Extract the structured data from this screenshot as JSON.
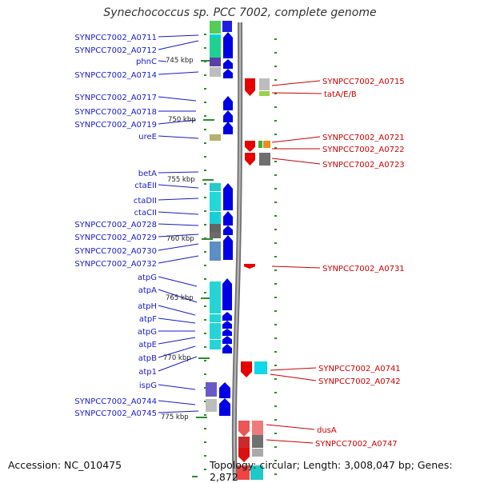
{
  "title": "Synechococcus sp. PCC 7002, complete genome",
  "footer": {
    "accession": "Accession: NC_010475",
    "topology": "Topology: circular; Length: 3,008,047 bp; Genes: 2,872"
  },
  "colors": {
    "left_label": "#1a1acc",
    "right_label": "#cc0000",
    "forward_gene": "#0000e6",
    "reverse_gene": "#e60000",
    "backbone": "#8a8a8a",
    "tick": "#2e8b2e"
  },
  "scale_labels": [
    "745 kbp",
    "750 kbp",
    "755 kbp",
    "760 kbp",
    "765 kbp",
    "770 kbp",
    "775 kbp"
  ],
  "left_genes": [
    "SYNPCC7002_A0711",
    "SYNPCC7002_A0712",
    "phnC",
    "SYNPCC7002_A0714",
    "SYNPCC7002_A0717",
    "SYNPCC7002_A0718",
    "SYNPCC7002_A0719",
    "ureE",
    "betA",
    "ctaEII",
    "ctaDII",
    "ctaCII",
    "SYNPCC7002_A0728",
    "SYNPCC7002_A0729",
    "SYNPCC7002_A0730",
    "SYNPCC7002_A0732",
    "atpG",
    "atpA",
    "atpH",
    "atpF",
    "atpG",
    "atpE",
    "atpB",
    "atp1",
    "ispG",
    "SYNPCC7002_A0744",
    "SYNPCC7002_A0745"
  ],
  "right_genes": [
    "SYNPCC7002_A0715",
    "tatA/E/B",
    "SYNPCC7002_A0721",
    "SYNPCC7002_A0722",
    "SYNPCC7002_A0723",
    "SYNPCC7002_A0731",
    "SYNPCC7002_A0741",
    "SYNPCC7002_A0742",
    "dusA",
    "SYNPCC7002_A0747"
  ]
}
